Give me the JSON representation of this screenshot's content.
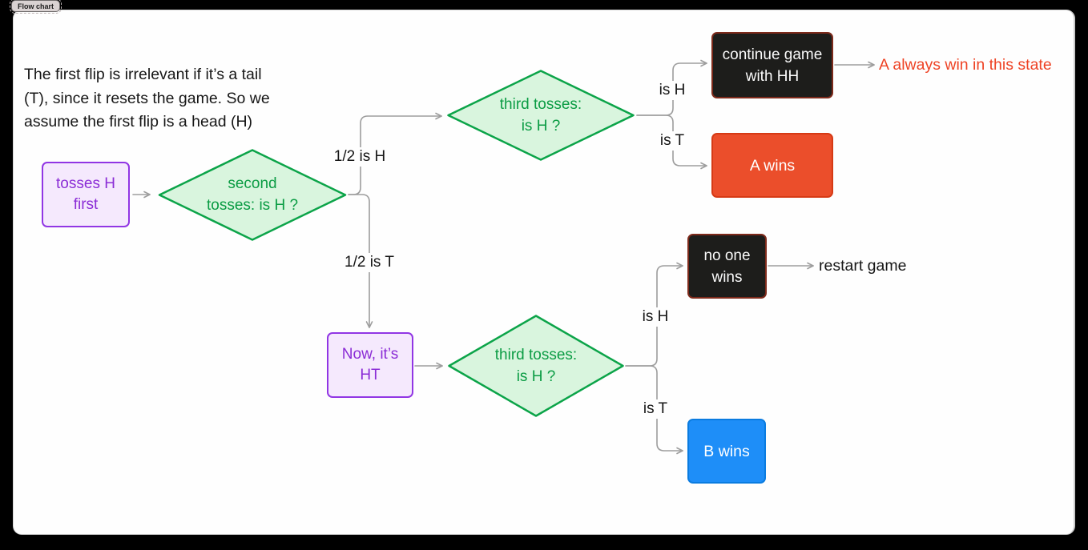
{
  "app": {
    "tab_label": "Flow chart"
  },
  "note": {
    "lines": [
      "The first flip is irrelevant if it’s a tail",
      "(T), since it resets the game. So we",
      "assume the first flip is a head (H)"
    ]
  },
  "nodes": {
    "start": {
      "line1": "tosses H",
      "line2": "first"
    },
    "second_toss": {
      "line1": "second",
      "line2": "tosses: is H ?"
    },
    "third_toss_top": {
      "line1": "third tosses:",
      "line2": "is H ?"
    },
    "continue_game": {
      "line1": "continue game",
      "line2": "with HH"
    },
    "a_wins": {
      "label": "A wins"
    },
    "now_ht": {
      "line1": "Now, it’s",
      "line2": "HT"
    },
    "third_toss_bottom": {
      "line1": "third tosses:",
      "line2": "is H ?"
    },
    "no_one_wins": {
      "line1": "no one",
      "line2": "wins"
    },
    "b_wins": {
      "label": "B wins"
    }
  },
  "edge_labels": {
    "half_is_h": "1/2 is H",
    "half_is_t": "1/2 is T",
    "top_is_h": "is H",
    "top_is_t": "is T",
    "bottom_is_h": "is H",
    "bottom_is_t": "is T"
  },
  "annotations": {
    "a_always_win": "A always win in this state",
    "restart_game": "restart game"
  },
  "colors": {
    "purple_border": "#9136e4",
    "purple_fill": "#f5e9fd",
    "green_border": "#0ca449",
    "green_fill": "#d9f5de",
    "dark_fill": "#1d1d1b",
    "dark_border": "#7d2a1b",
    "orange_fill": "#eb4e2b",
    "blue_fill": "#1e8ef8",
    "red_text": "#ee4325",
    "connector_gray": "#9d9d9d"
  }
}
